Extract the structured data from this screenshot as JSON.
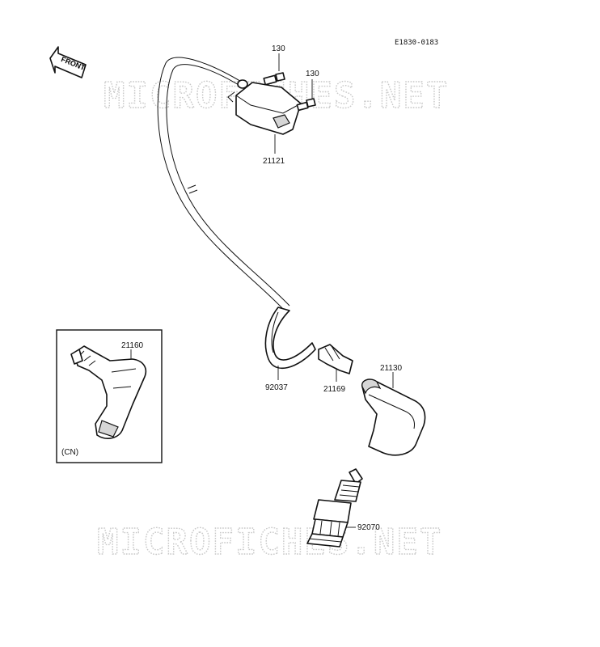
{
  "diagram": {
    "code": "E1830-0183",
    "direction_label": "FRONT",
    "watermark_top": "MICROFICHES.NET",
    "watermark_bottom": "MICROFICHES.NET",
    "inset_region": "(CN)",
    "parts": {
      "bolt_left": "130",
      "bolt_right": "130",
      "ignition_coil": "21121",
      "clamp": "92037",
      "connector": "21169",
      "plug_cap": "21130",
      "plug_cap_cn": "21160",
      "spark_plug": "92070"
    }
  }
}
